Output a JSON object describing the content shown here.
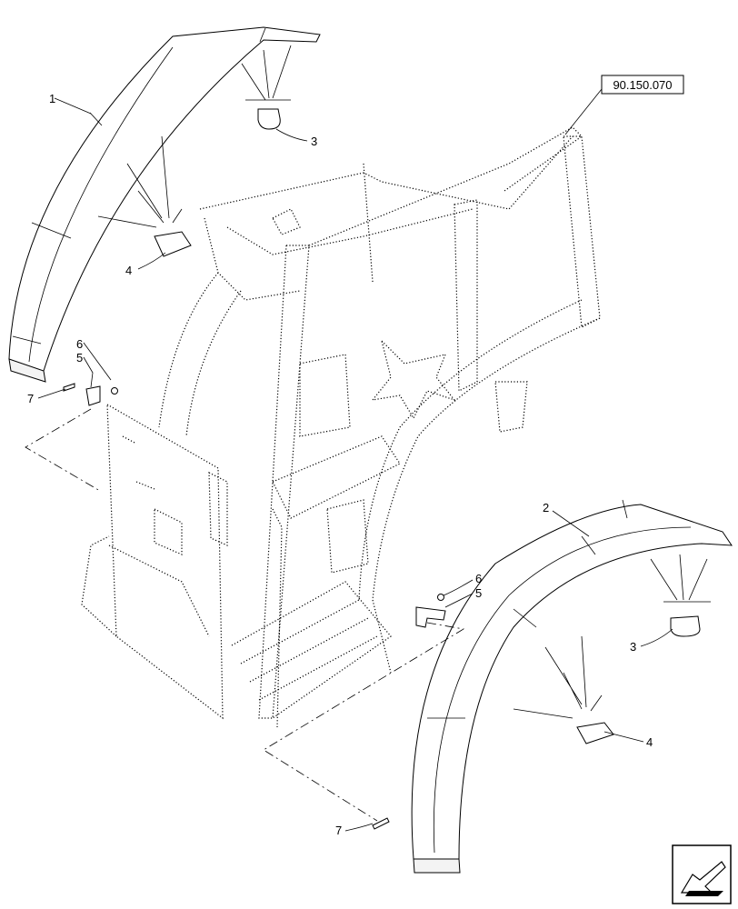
{
  "reference": {
    "code": "90.150.070"
  },
  "callouts": {
    "c1": "1",
    "c2": "2",
    "c3a": "3",
    "c3b": "3",
    "c4a": "4",
    "c4b": "4",
    "c5a": "5",
    "c5b": "5",
    "c6a": "6",
    "c6b": "6",
    "c7a": "7",
    "c7b": "7"
  },
  "icons": {
    "navigation": "next-page-arrow-icon"
  }
}
